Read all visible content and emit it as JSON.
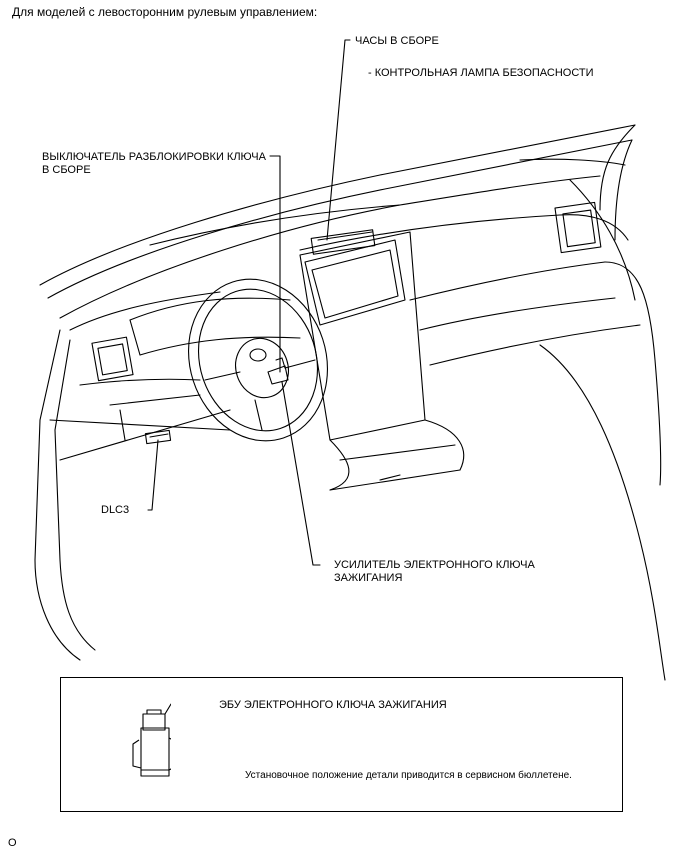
{
  "header": "Для моделей с левосторонним рулевым управлением:",
  "labels": {
    "clock_assembly": "ЧАСЫ В СБОРЕ",
    "security_lamp": "- КОНТРОЛЬНАЯ ЛАМПА БЕЗОПАСНОСТИ",
    "unlock_switch_line1": "ВЫКЛЮЧАТЕЛЬ РАЗБЛОКИРОВКИ КЛЮЧА",
    "unlock_switch_line2": "В СБОРЕ",
    "dlc3": "DLC3",
    "amplifier_line1": "УСИЛИТЕЛЬ ЭЛЕКТРОННОГО КЛЮЧА",
    "amplifier_line2": "ЗАЖИГАНИЯ"
  },
  "inset": {
    "ecu_label": "ЭБУ ЭЛЕКТРОННОГО КЛЮЧА ЗАЖИГАНИЯ",
    "note": "Установочное положение детали приводится в сервисном бюллетене."
  },
  "figure_code": "O"
}
